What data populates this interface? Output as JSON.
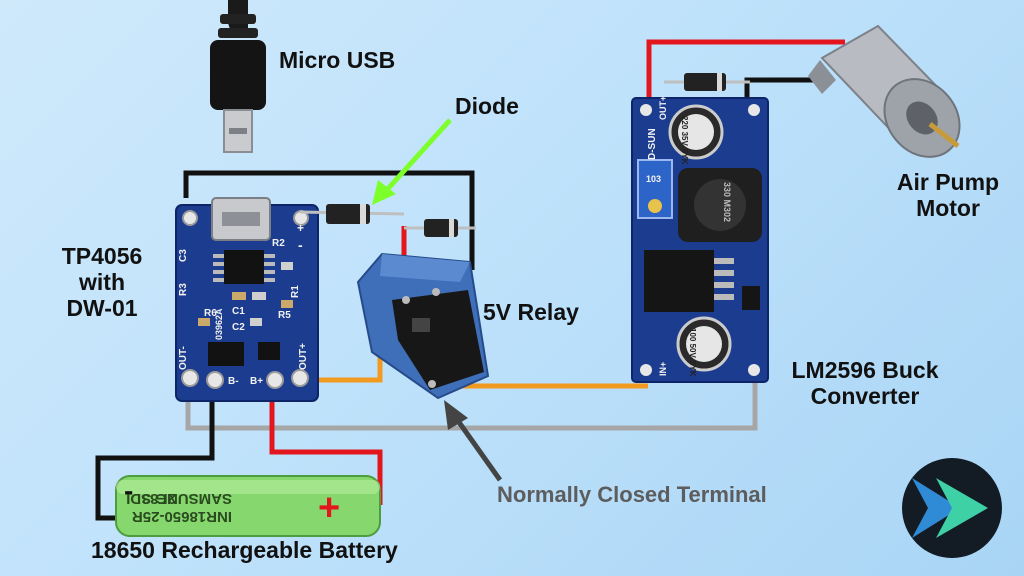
{
  "labels": {
    "micro_usb": "Micro USB",
    "diode": "Diode",
    "tp4056_line1": "TP4056",
    "tp4056_line2": "with",
    "tp4056_line3": "DW-01",
    "relay": "5V Relay",
    "lm2596_line1": "LM2596 Buck",
    "lm2596_line2": "Converter",
    "motor_line1": "Air Pump",
    "motor_line2": "Motor",
    "nc_terminal": "Normally Closed Terminal",
    "battery": "18650 Rechargeable Battery"
  },
  "tp4056_board": {
    "pad_plus": "+",
    "pad_minus": "-",
    "c3": "C3",
    "r2": "R2",
    "r3": "R3",
    "r1": "R1",
    "c1": "C1",
    "r6": "R6",
    "c2": "C2",
    "r5": "R5",
    "board_id": "03962A",
    "out_minus": "OUT-",
    "out_plus": "OUT+",
    "b_minus": "B-",
    "b_plus": "B+"
  },
  "lm2596_board": {
    "label_top": "D-SUN",
    "out_plus": "OUT+",
    "in_plus": "IN+",
    "cap_top": "220 35V SYK",
    "inductor": "330 M302",
    "pot": "103",
    "cap_bottom": "100 50V SYK"
  },
  "battery_print": {
    "line1": "SAMSUNG SDI",
    "line2": "INR18650-25R",
    "line3": "2F83",
    "minus_mark": "-",
    "plus_mark": "+"
  },
  "colors": {
    "wire_red": "#e3161d",
    "wire_black": "#111111",
    "wire_orange": "#f29a1f",
    "wire_gray": "#a6a6a6",
    "pcb_blue": "#1b3c8f",
    "battery_green": "#86d86e",
    "relay_blue": "#3f6fb8",
    "arrow_green": "#7cff2a",
    "label_gray": "#5d5d5d"
  }
}
